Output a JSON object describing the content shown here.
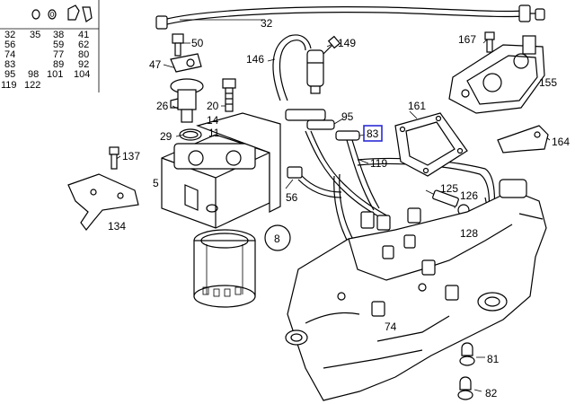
{
  "colors": {
    "line": "#000000",
    "background": "#ffffff",
    "highlight": "#2b2bd6"
  },
  "parts_table": {
    "rows": [
      [
        "32",
        "35",
        "38",
        "41"
      ],
      [
        "56",
        "",
        "59",
        "62"
      ],
      [
        "74",
        "",
        "77",
        "80"
      ],
      [
        "83",
        "",
        "89",
        "92"
      ],
      [
        "95",
        "98",
        "101",
        "104"
      ],
      [
        "119",
        "122",
        "",
        ""
      ]
    ]
  },
  "labels": {
    "p32": "32",
    "p50": "50",
    "p47": "47",
    "p26": "26",
    "p20": "20",
    "p14": "14",
    "p11": "11",
    "p29": "29",
    "p137": "137",
    "p5": "5",
    "p134": "134",
    "p8": "8",
    "p146": "146",
    "p149": "149",
    "p95": "95",
    "p83": "83",
    "p56": "56",
    "p119": "119",
    "p161": "161",
    "p167": "167",
    "p155": "155",
    "p164": "164",
    "p125": "125",
    "p126": "126",
    "p128": "128",
    "p74": "74",
    "p81": "81",
    "p82": "82"
  },
  "selected_part": "83"
}
